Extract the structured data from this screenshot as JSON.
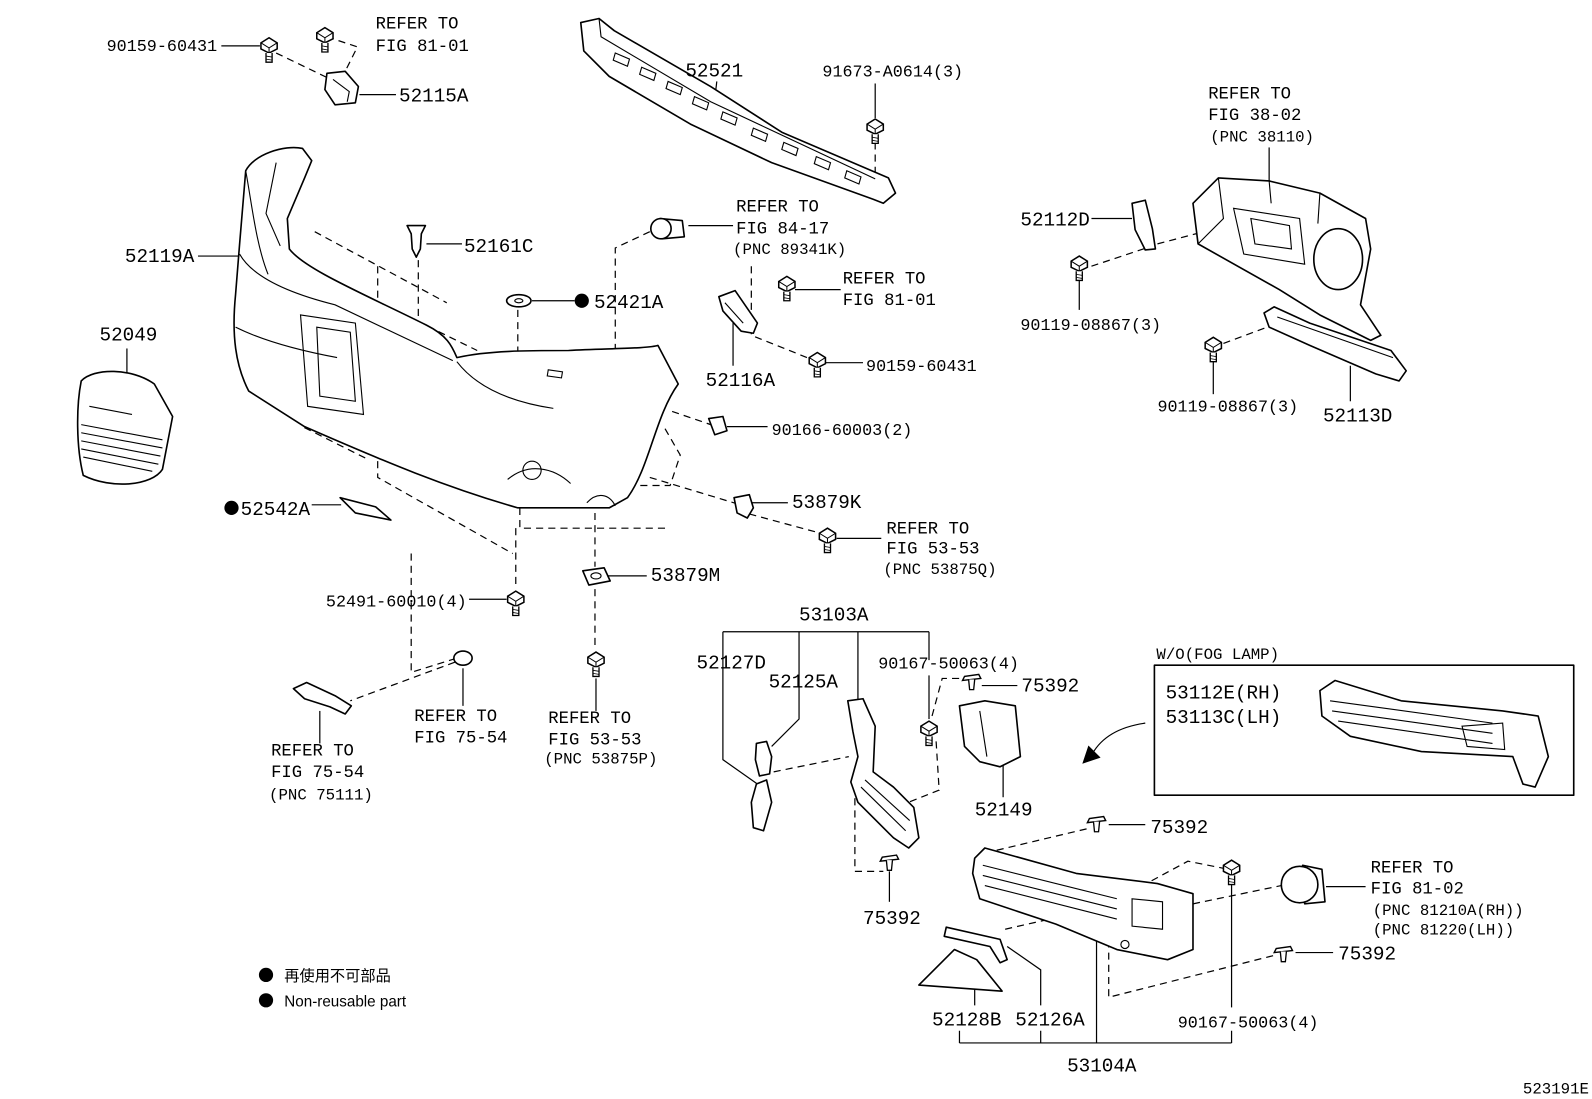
{
  "labels": {
    "pn_90159_60431_a": "90159-60431",
    "refer_fig_81_01_a": [
      "REFER TO",
      "FIG 81-01"
    ],
    "pn_52115A": "52115A",
    "pn_52521": "52521",
    "pn_91673_A0614": "91673-A0614(3)",
    "refer_fig_38_02": [
      "REFER TO",
      "FIG 38-02",
      "(PNC 38110)"
    ],
    "pn_52119A": "52119A",
    "pn_52161C": "52161C",
    "refer_fig_84_17": [
      "REFER TO",
      "FIG 84-17",
      "(PNC 89341K)"
    ],
    "pn_52112D": "52112D",
    "refer_fig_81_01_b": [
      "REFER TO",
      "FIG 81-01"
    ],
    "pn_52049": "52049",
    "pn_52421A": "52421A",
    "pn_90119_08867_a": "90119-08867(3)",
    "pn_90159_60431_b": "90159-60431",
    "pn_52116A": "52116A",
    "pn_90119_08867_b": "90119-08867(3)",
    "pn_52113D": "52113D",
    "pn_90166_60003": "90166-60003(2)",
    "pn_53879K": "53879K",
    "pn_52542A": "52542A",
    "refer_fig_53_53_a": [
      "REFER TO",
      "FIG 53-53",
      "(PNC 53875Q)"
    ],
    "pn_53879M": "53879M",
    "pn_52491_60010": "52491-60010(4)",
    "pn_53103A": "53103A",
    "pn_52127D": "52127D",
    "pn_90167_50063_a": "90167-50063(4)",
    "pn_52125A": "52125A",
    "pn_75392_a": "75392",
    "pn_53112E": "53112E(RH)",
    "pn_53113C": "53113C(LH)",
    "refer_fig_75_54_a": [
      "REFER TO",
      "FIG 75-54"
    ],
    "refer_fig_53_53_b": [
      "REFER TO",
      "FIG 53-53",
      "(PNC 53875P)"
    ],
    "refer_fig_75_54_b": [
      "REFER TO",
      "FIG 75-54",
      "(PNC 75111)"
    ],
    "pn_52149": "52149",
    "pn_75392_b": "75392",
    "refer_fig_81_02": [
      "REFER TO",
      "FIG 81-02",
      "(PNC 81210A(RH))",
      "(PNC 81220(LH))"
    ],
    "pn_75392_c": "75392",
    "pn_75392_d": "75392",
    "pn_52128B": "52128B",
    "pn_52126A": "52126A",
    "pn_90167_50063_b": "90167-50063(4)",
    "pn_53104A": "53104A"
  },
  "fog_lamp_box": {
    "title": "W/O(FOG LAMP)"
  },
  "legend": {
    "ja": "再使用不可部品",
    "en": "Non-reusable part",
    "marker_color": "#000000"
  },
  "figure_code": "523191E"
}
